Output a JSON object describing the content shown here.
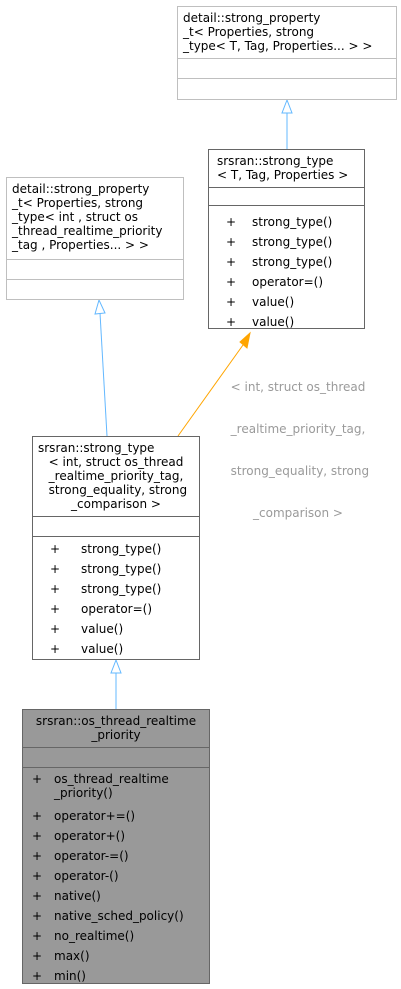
{
  "nodes": {
    "base_template": {
      "title_lines": [
        "detail::strong_property",
        "_t< Properties, strong",
        "_type< T, Tag, Properties... > >"
      ],
      "members": []
    },
    "strong_type_template": {
      "title_lines": [
        "srsran::strong_type",
        "< T, Tag, Properties >"
      ],
      "members": [
        {
          "sign": "+",
          "name": "strong_type()"
        },
        {
          "sign": "+",
          "name": "strong_type()"
        },
        {
          "sign": "+",
          "name": "strong_type()"
        },
        {
          "sign": "+",
          "name": "operator=()"
        },
        {
          "sign": "+",
          "name": "value()"
        },
        {
          "sign": "+",
          "name": "value()"
        }
      ]
    },
    "base_instance": {
      "title_lines": [
        "detail::strong_property",
        "_t< Properties, strong",
        "_type< int , struct os",
        "_thread_realtime_priority",
        "_tag , Properties... > >"
      ],
      "members": []
    },
    "strong_type_instance": {
      "title_lines": [
        "srsran::strong_type",
        "< int, struct os_thread",
        "_realtime_priority_tag,",
        " strong_equality, strong",
        "_comparison >"
      ],
      "members": [
        {
          "sign": "+",
          "name": "strong_type()"
        },
        {
          "sign": "+",
          "name": "strong_type()"
        },
        {
          "sign": "+",
          "name": "strong_type()"
        },
        {
          "sign": "+",
          "name": "operator=()"
        },
        {
          "sign": "+",
          "name": "value()"
        },
        {
          "sign": "+",
          "name": "value()"
        }
      ]
    },
    "os_thread_realtime_priority": {
      "title_lines": [
        "srsran::os_thread_realtime",
        "_priority"
      ],
      "members": [
        {
          "sign": "+",
          "name": "os_thread_realtime",
          "cont": "_priority()"
        },
        {
          "sign": "+",
          "name": "operator+=()"
        },
        {
          "sign": "+",
          "name": "operator+()"
        },
        {
          "sign": "+",
          "name": "operator-=()"
        },
        {
          "sign": "+",
          "name": "operator-()"
        },
        {
          "sign": "+",
          "name": "native()"
        },
        {
          "sign": "+",
          "name": "native_sched_policy()"
        },
        {
          "sign": "+",
          "name": "no_realtime()"
        },
        {
          "sign": "+",
          "name": "max()"
        },
        {
          "sign": "+",
          "name": "min()"
        }
      ]
    }
  },
  "template_edge_label": [
    "< int, struct os_thread",
    "_realtime_priority_tag,",
    " strong_equality, strong",
    "_comparison >"
  ],
  "colors": {
    "inheritance_edge": "#63b8ff",
    "template_edge": "#ffa500",
    "node_border": "#666666",
    "light_border": "#bfbfbf",
    "highlight_fill": "#999999",
    "edge_label_text": "#9a9a9a"
  }
}
